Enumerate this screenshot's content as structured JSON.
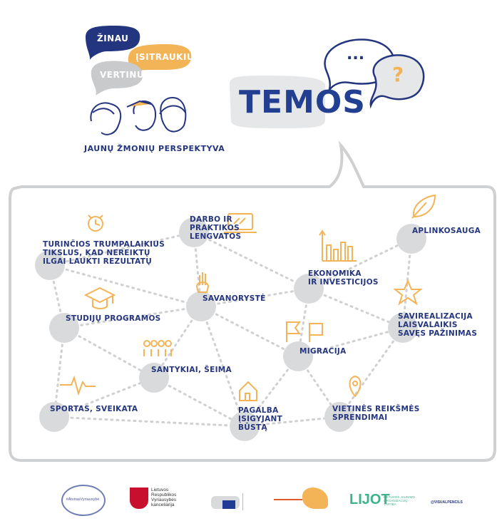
{
  "header": {
    "bubbles": {
      "b1": "ŽINAU",
      "b2": "ĮSITRAUKIU",
      "b3": "VERTINU"
    },
    "subtitle": "JAUNŲ ŽMONIŲ PERSPEKTYVA",
    "title": "TEMOS",
    "question_mark": "?",
    "ellipsis": "..."
  },
  "colors": {
    "navy": "#24357f",
    "orange": "#f3b457",
    "grey": "#d9dadc",
    "bubble_grey": "#e6e7e8",
    "dark_blue": "#233f91"
  },
  "topics": [
    {
      "label": "TURINČIOS TRUMPALAIKIUS\nTIKSLUS, KAD NEREIKTŲ\nILGAI LAUKTI REZULTATŲ",
      "icon": "alarm-clock-icon"
    },
    {
      "label": "DARBO IR\nPRAKTIKOS\nLENGVATOS",
      "icon": "laptop-icon"
    },
    {
      "label": "APLINKOSAUGA",
      "icon": "leaf-icon"
    },
    {
      "label": "EKONOMIKA\nIR INVESTICIJOS",
      "icon": "bar-chart-icon"
    },
    {
      "label": "SAVANORYSTĖ",
      "icon": "raised-hand-icon"
    },
    {
      "label": "STUDIJŲ PROGRAMOS",
      "icon": "graduation-cap-icon"
    },
    {
      "label": "SAVIREALIZACIJA\nLAISVALAIKIS\nSAVĘS PAŽINIMAS",
      "icon": "star-icon"
    },
    {
      "label": "MIGRACIJA",
      "icon": "flags-icon"
    },
    {
      "label": "SANTYKIAI, ŠEIMA",
      "icon": "people-icon"
    },
    {
      "label": "SPORTAS, SVEIKATA",
      "icon": "heartbeat-icon"
    },
    {
      "label": "PAGALBA\nĮSIGYJANT\nBŪSTĄ",
      "icon": "house-icon"
    },
    {
      "label": "VIETINĖS REIKŠMĖS\nSPRENDIMAI",
      "icon": "location-pin-icon"
    }
  ],
  "footer": {
    "logo1": "#AtvirasVyriausybė",
    "logo2": "Lietuvos\nRespublikos\nVyriausybės\nkanceliarija",
    "logo5": "LIJOT",
    "logo5_sub": "LIETUVOS JAUNIMO\nORGANIZACIJŲ\nTARYBA",
    "logo6": "@VISUALPENCILS"
  }
}
